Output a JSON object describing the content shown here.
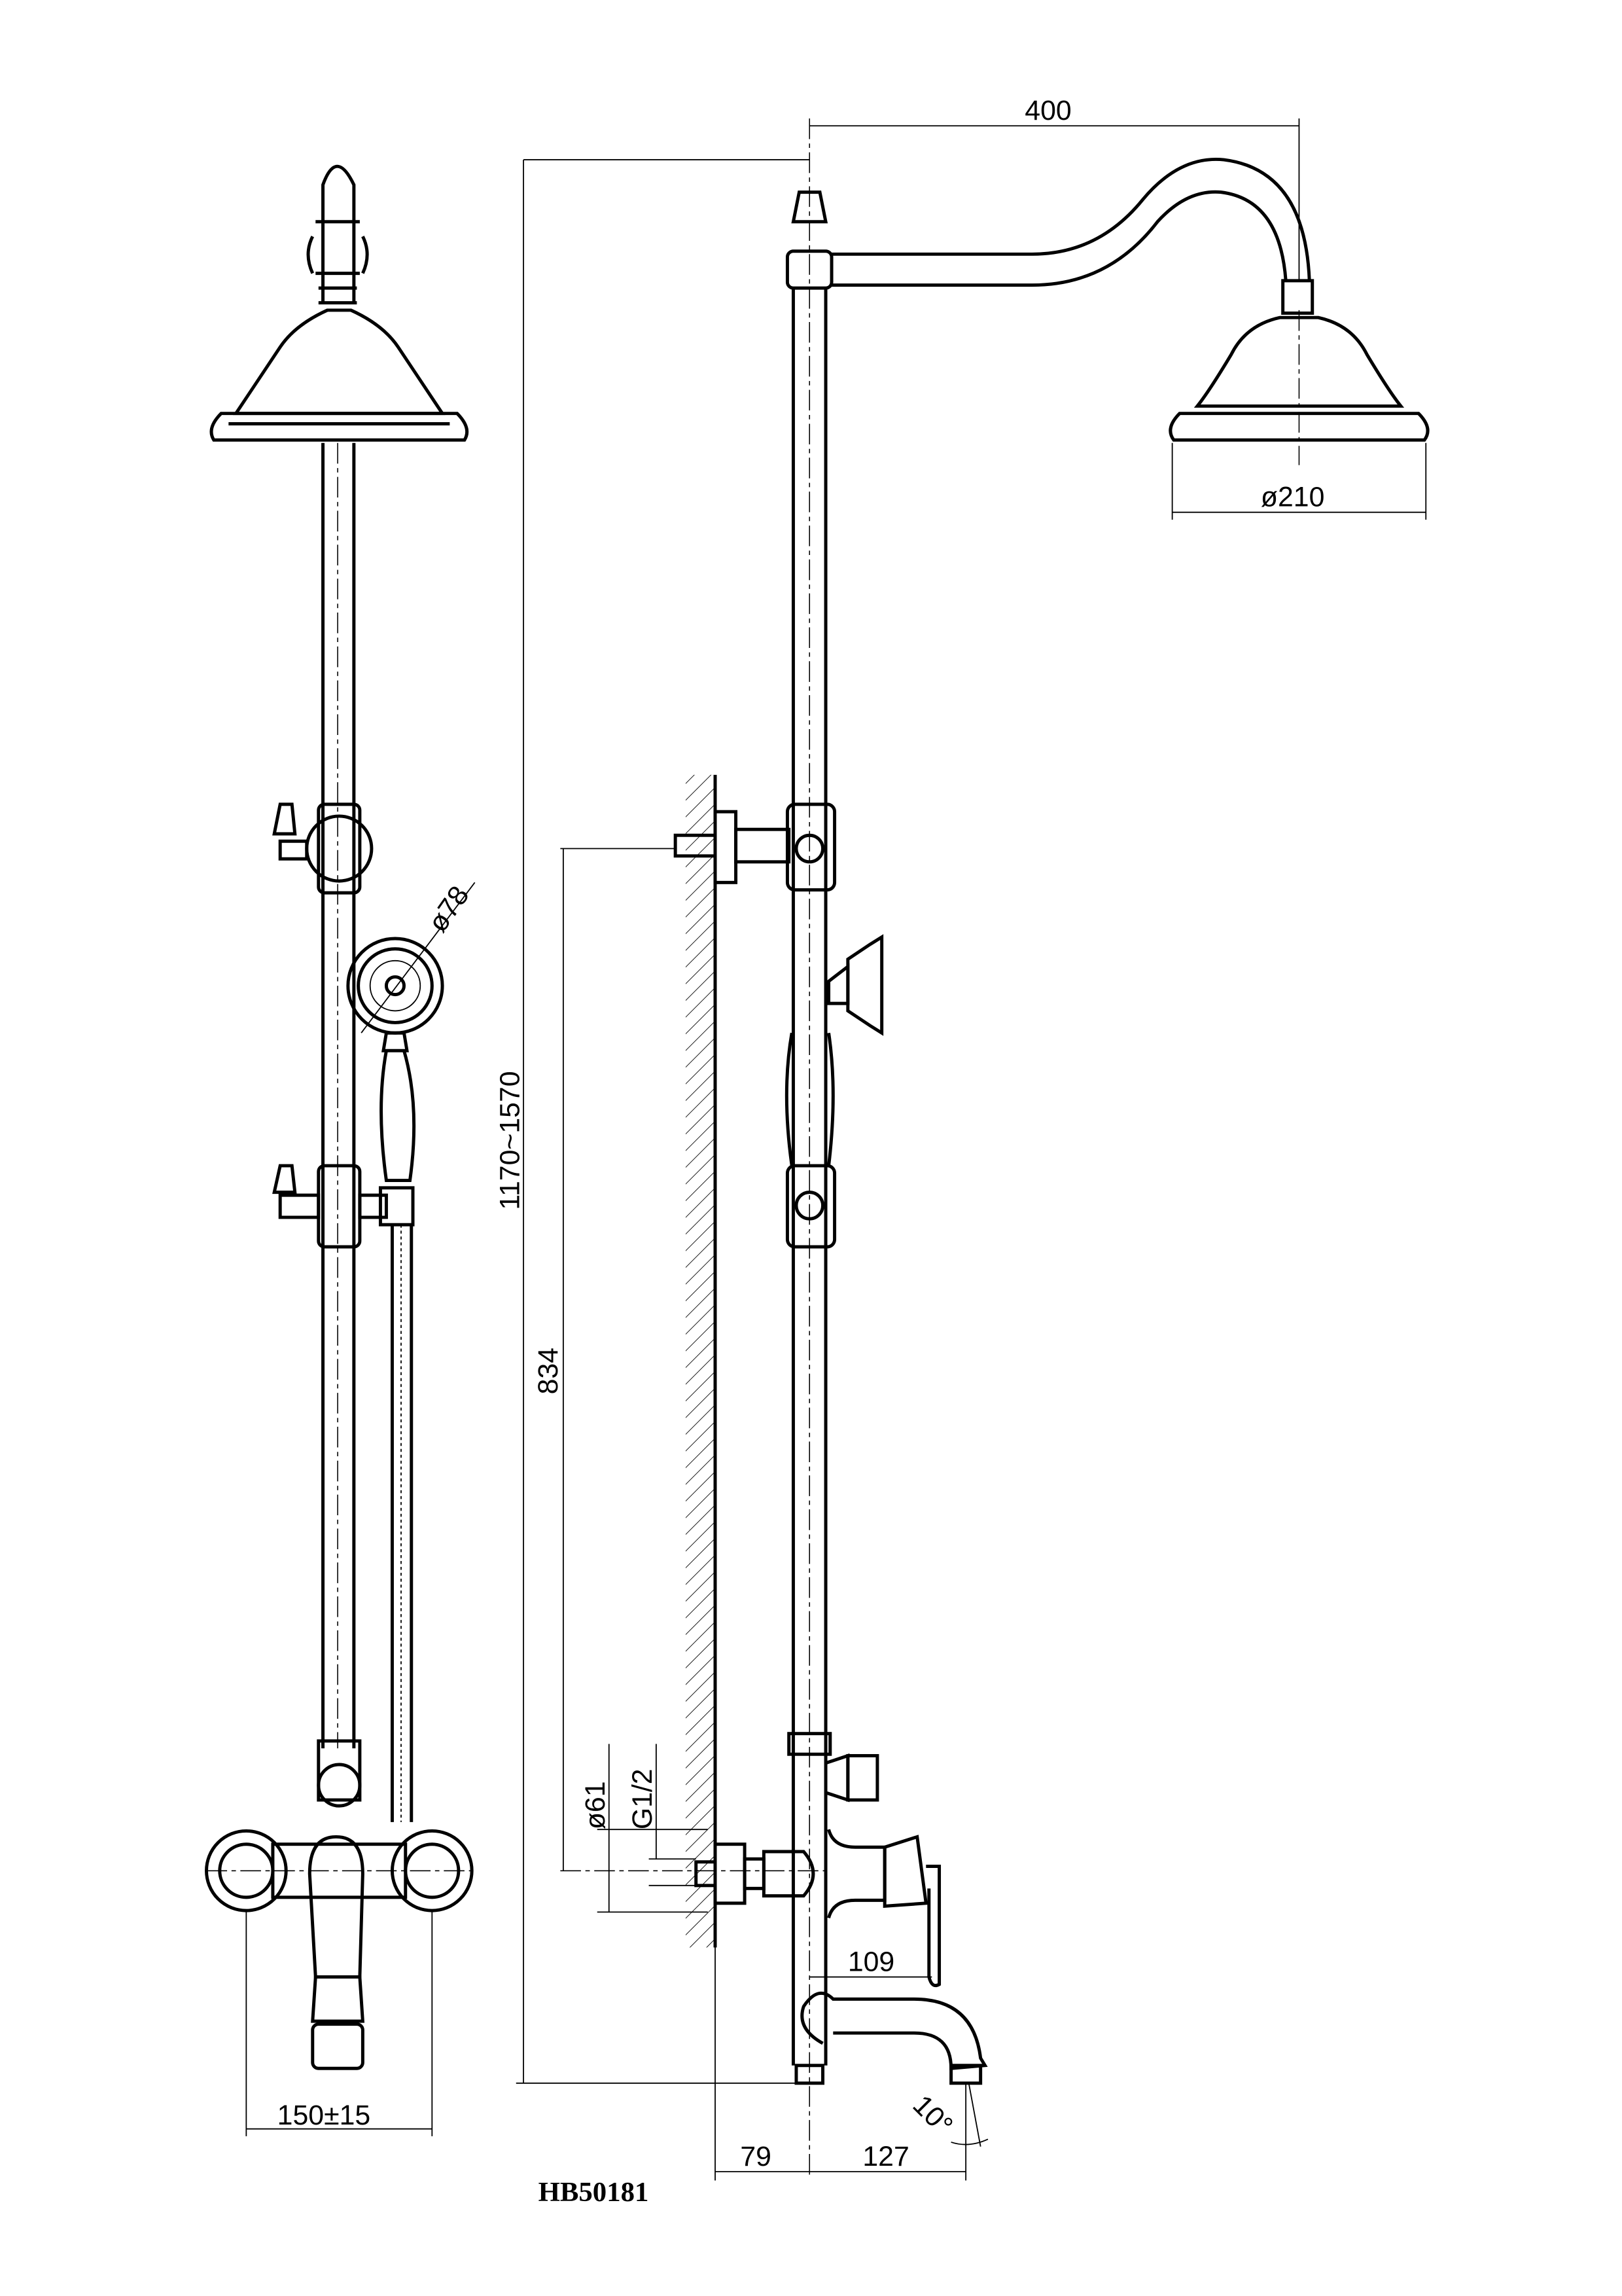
{
  "drawing": {
    "model_code": "HB50181",
    "dimensions": {
      "arm_reach": "400",
      "head_diameter": "ø210",
      "hand_shower_diameter": "ø78",
      "height_range": "1170~1570",
      "inlet_height": "834",
      "flange_diameter": "ø61",
      "thread": "G1/2",
      "handle_projection": "109",
      "inlet_centers": "150±15",
      "wall_offset": "79",
      "spout_reach": "127",
      "spout_angle": "10°"
    }
  }
}
